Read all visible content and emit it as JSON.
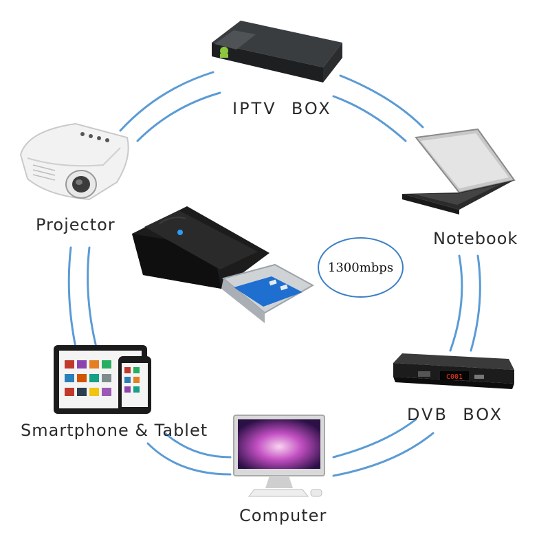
{
  "speed_label": "1300mbps",
  "devices": {
    "iptv": "IPTV  BOX",
    "projector": "Projector",
    "notebook": "Notebook",
    "smartphone_tablet": "Smartphone & Tablet",
    "dvb": "DVB  BOX",
    "computer": "Computer"
  },
  "dvb_display": "C001",
  "colors": {
    "link": "#5b9bd5",
    "ring": "#3a7fc6",
    "usb_blue": "#1e6fd0"
  }
}
